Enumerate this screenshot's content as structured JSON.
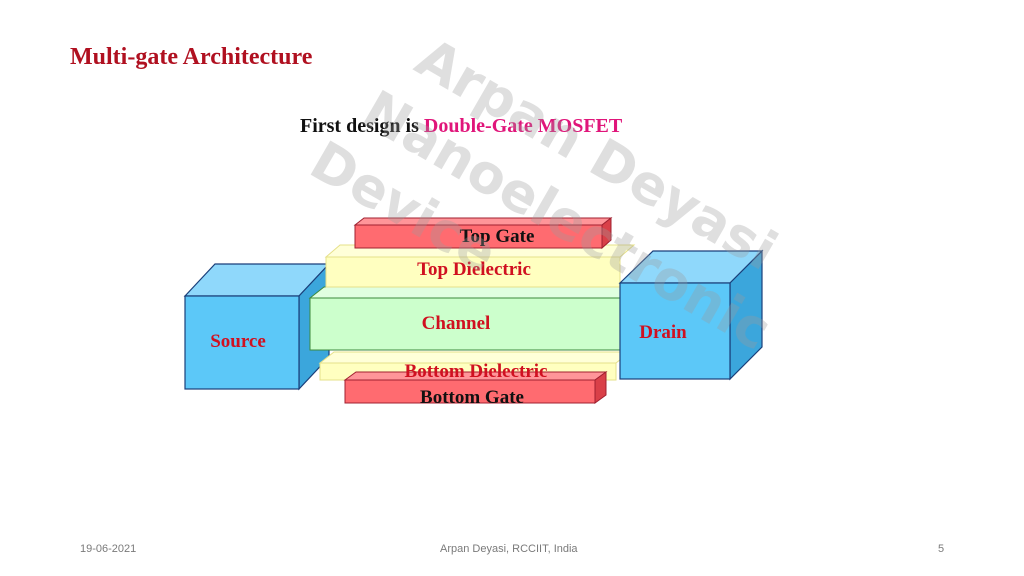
{
  "slide": {
    "title": "Multi-gate Architecture",
    "subtitle_prefix": "First design is ",
    "subtitle_highlight": "Double-Gate MOSFET",
    "highlight_color": "#e0157a",
    "title_color": "#b01020"
  },
  "diagram": {
    "top_gate": "Top Gate",
    "top_dielectric": "Top Dielectric",
    "channel": "Channel",
    "bottom_dielectric": "Bottom Dielectric",
    "bottom_gate": "Bottom Gate",
    "source": "Source",
    "drain": "Drain",
    "colors": {
      "gate": "#ff6b70",
      "dielectric": "#ffffc0",
      "channel": "#ccffcc",
      "terminal": "#5cc8f8",
      "label_red": "#d01020",
      "label_dark": "#111111"
    }
  },
  "watermark": {
    "line1": "Arpan Deyasi",
    "line2": "Nanoelectronic",
    "line3": "Device"
  },
  "footer": {
    "date": "19-06-2021",
    "author": "Arpan Deyasi, RCCIIT, India",
    "page": "5"
  }
}
